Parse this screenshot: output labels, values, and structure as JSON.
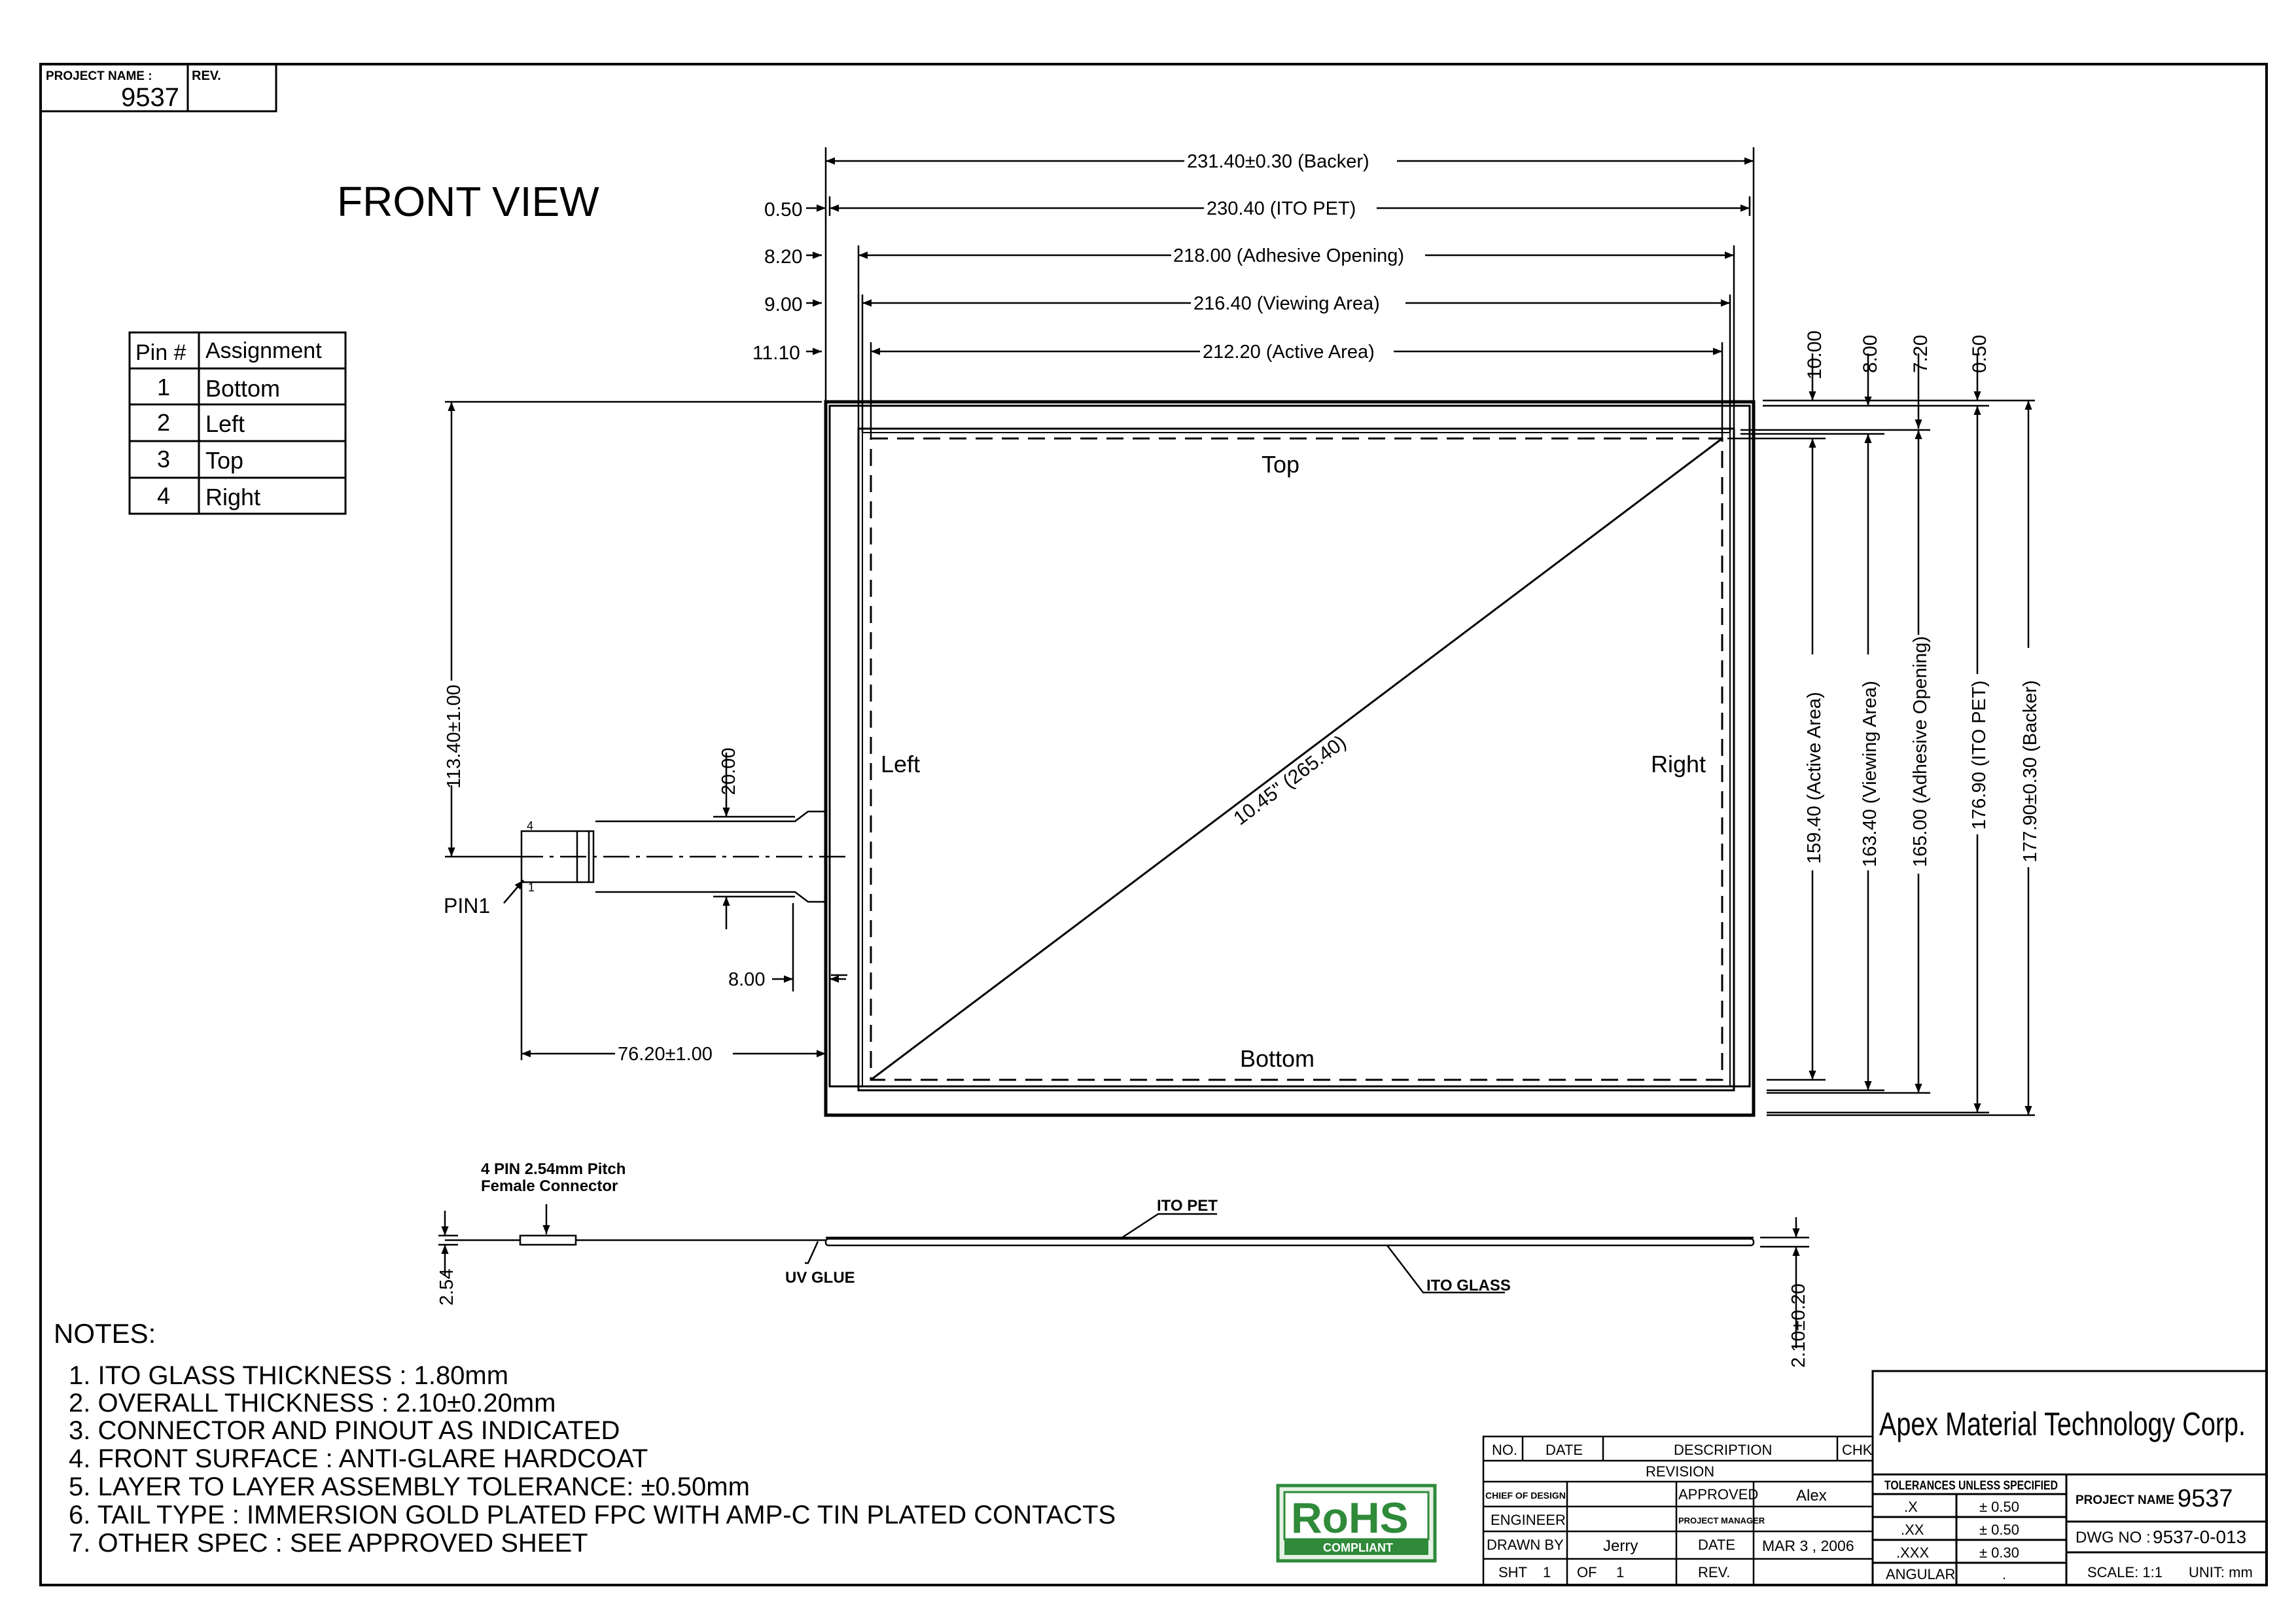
{
  "title_block_top": {
    "project_name_label": "PROJECT NAME :",
    "project_name_value": "9537",
    "rev_label": "REV."
  },
  "view_title": "FRONT VIEW",
  "pin_table": {
    "headers": [
      "Pin #",
      "Assignment"
    ],
    "rows": [
      {
        "pin": "1",
        "assignment": "Bottom"
      },
      {
        "pin": "2",
        "assignment": "Left"
      },
      {
        "pin": "3",
        "assignment": "Top"
      },
      {
        "pin": "4",
        "assignment": "Right"
      }
    ]
  },
  "dimensions": {
    "backer_width": "231.40±0.30 (Backer)",
    "ito_pet_width": "230.40 (ITO PET)",
    "adhesive_width": "218.00 (Adhesive Opening)",
    "viewing_width": "216.40 (Viewing Area)",
    "active_width": "212.20 (Active Area)",
    "offset_050": "0.50",
    "offset_820": "8.20",
    "offset_900": "9.00",
    "offset_1110": "11.10",
    "right_offset_1000": "10.00",
    "right_offset_800": "8.00",
    "right_offset_720": "7.20",
    "right_offset_050": "0.50",
    "active_height": "159.40 (Active Area)",
    "viewing_height": "163.40 (Viewing Area)",
    "adhesive_height": "165.00 (Adhesive Opening)",
    "ito_pet_height": "176.90 (ITO PET)",
    "backer_height": "177.90±0.30 (Backer)",
    "tail_position": "113.40±1.00",
    "tail_width": "20.00",
    "tail_gap": "8.00",
    "tail_length": "76.20±1.00",
    "diagonal": "10.45\" (265.40)",
    "connector_height": "2.54",
    "total_thickness": "2.10±0.20"
  },
  "panel_labels": {
    "top": "Top",
    "bottom": "Bottom",
    "left": "Left",
    "right": "Right",
    "pin1": "PIN1",
    "pin_marker_4": "4",
    "pin_marker_1": "1"
  },
  "side_view": {
    "connector_note_line1": "4 PIN 2.54mm Pitch",
    "connector_note_line2": "Female Connector",
    "ito_pet": "ITO PET",
    "uv_glue": "UV GLUE",
    "ito_glass": "ITO GLASS"
  },
  "notes": {
    "heading": "NOTES:",
    "items": [
      "1. ITO GLASS THICKNESS : 1.80mm",
      "2. OVERALL THICKNESS : 2.10±0.20mm",
      "3. CONNECTOR AND PINOUT AS INDICATED",
      "4. FRONT SURFACE : ANTI-GLARE HARDCOAT",
      "5. LAYER TO LAYER ASSEMBLY TOLERANCE: ±0.50mm",
      "6. TAIL TYPE : IMMERSION GOLD PLATED FPC WITH AMP-C TIN PLATED CONTACTS",
      "7. OTHER SPEC : SEE APPROVED SHEET"
    ]
  },
  "rohs": {
    "logo_text": "RoHS",
    "sub_text": "COMPLIANT",
    "colors": {
      "green": "#2f8a3a",
      "light": "#e6f2e4"
    }
  },
  "revision_block": {
    "no": "NO.",
    "date": "DATE",
    "description": "DESCRIPTION",
    "chk": "CHK",
    "revision": "REVISION",
    "chief_of_design": "CHIEF OF DESIGN",
    "approved": "APPROVED",
    "approved_by": "Alex",
    "engineer": "ENGINEER",
    "project_manager": "PROJECT MANAGER",
    "drawn_by": "DRAWN BY",
    "drawn_by_name": "Jerry",
    "date_label": "DATE",
    "date_value": "MAR 3 , 2006",
    "sht": "SHT",
    "sht_value": "1",
    "of": "OF",
    "of_value": "1",
    "rev": "REV."
  },
  "company_block": {
    "company": "Apex Material Technology Corp.",
    "tolerances_heading": "TOLERANCES UNLESS SPECIFIED",
    "tolerances": [
      {
        "label": ".X",
        "value": "± 0.50"
      },
      {
        "label": ".XX",
        "value": "± 0.50"
      },
      {
        "label": ".XXX",
        "value": "± 0.30"
      },
      {
        "label": "ANGULAR",
        "value": "."
      }
    ],
    "project_name_label": "PROJECT NAME :",
    "project_name_value": "9537",
    "dwg_no_label": "DWG NO :",
    "dwg_no_value": "9537-0-013",
    "scale": "SCALE: 1:1",
    "unit": "UNIT: mm"
  }
}
